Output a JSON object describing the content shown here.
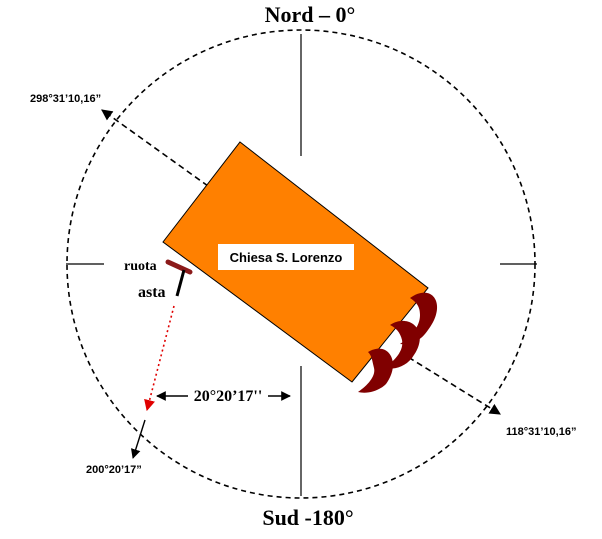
{
  "labels": {
    "north": "Nord – 0°",
    "south": "Sud -180°",
    "nw_bearing": "298°31’10,16”",
    "se_bearing": "118°31’10,16”",
    "sw_bearing": "200°20’17”",
    "angle": "20°20’17''",
    "church": "Chiesa S. Lorenzo",
    "wheel": "ruota",
    "rod": "asta"
  },
  "colors": {
    "church_fill": "#ff8000",
    "apse": "#800000",
    "wheel": "#8b1a1a",
    "arrow_red": "#e00000"
  }
}
